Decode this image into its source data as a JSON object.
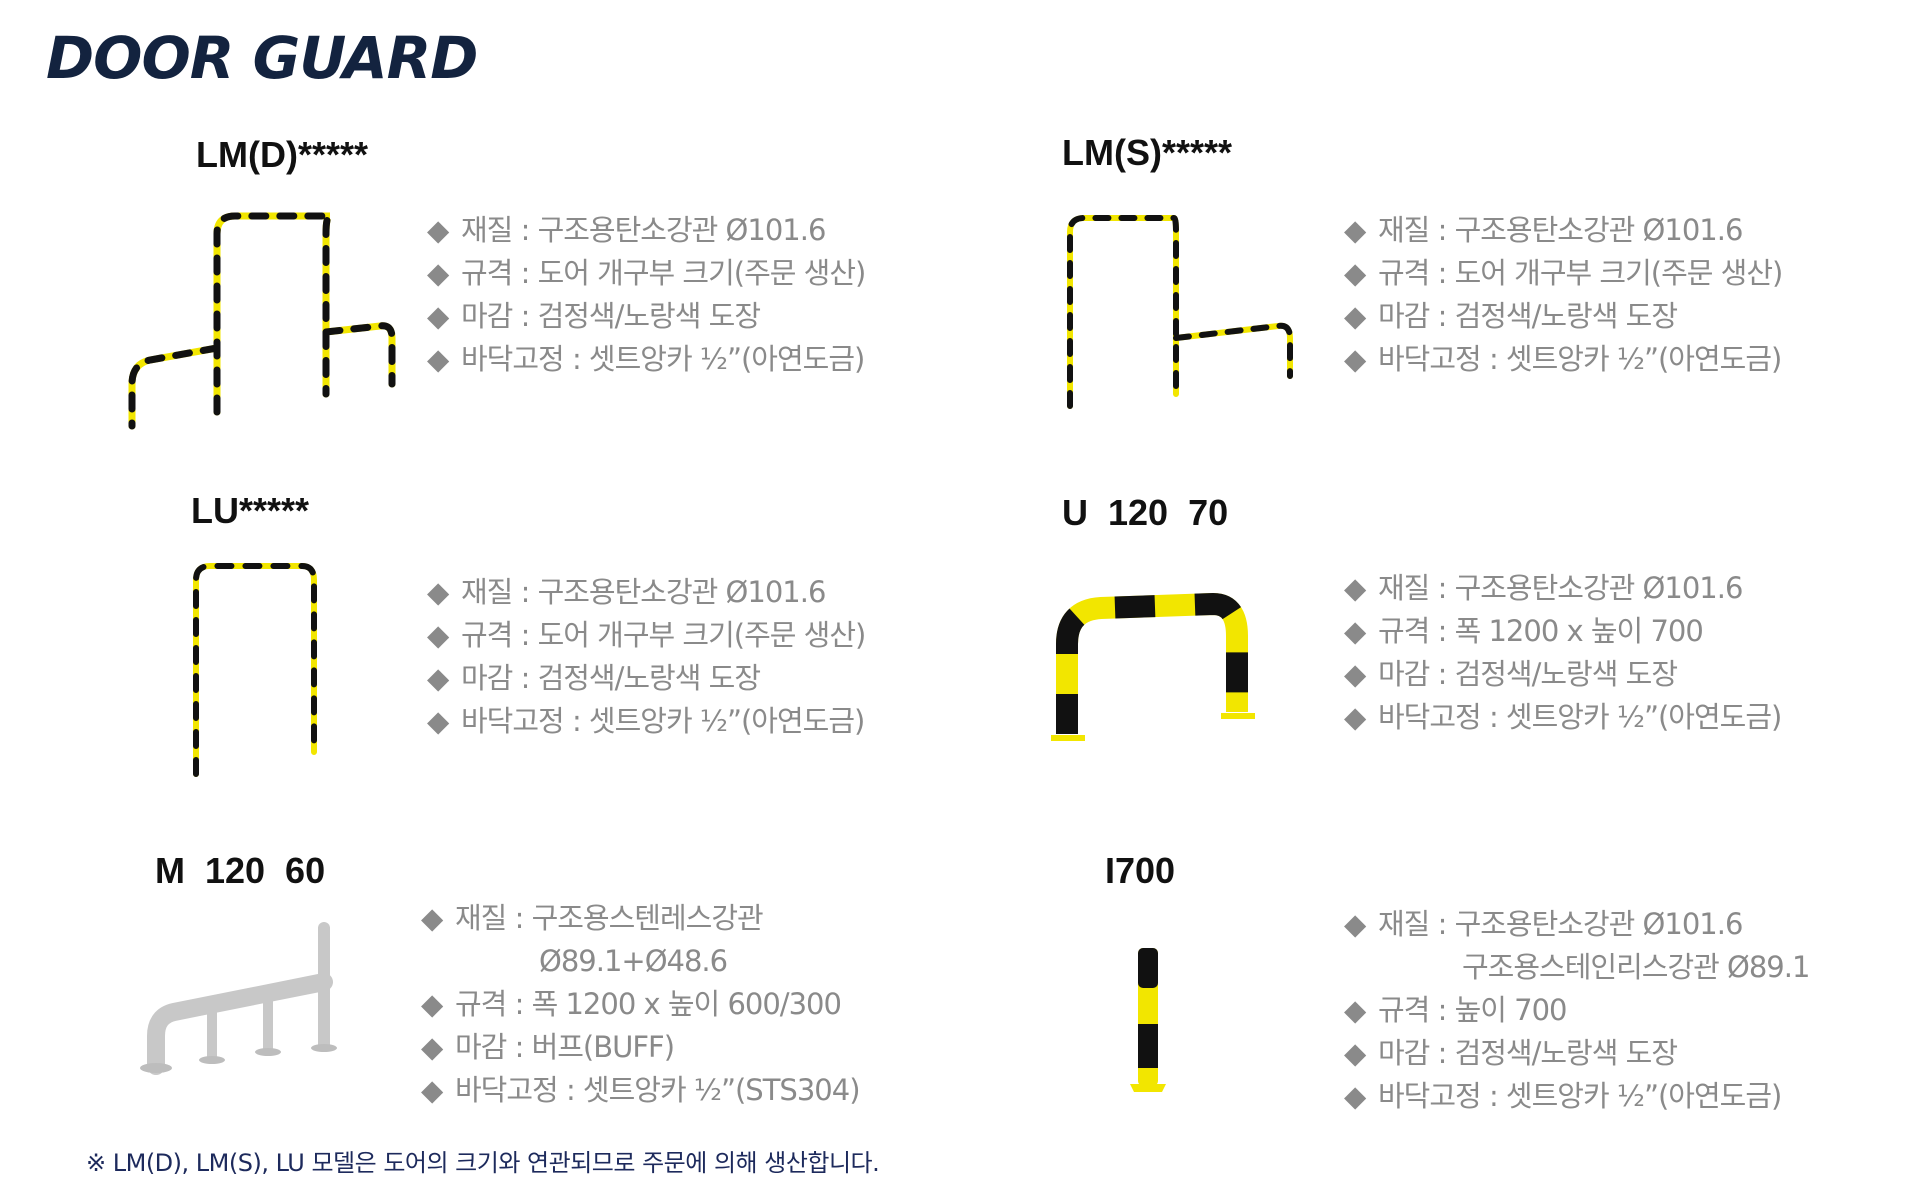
{
  "title": "DOOR GUARD",
  "colors": {
    "title": "#13233f",
    "stripe_yellow": "#f2e600",
    "stripe_black": "#111111",
    "spec_text": "#8a8a8a",
    "note_text": "#1d2a5c"
  },
  "bullet_icon": "◆",
  "products": [
    {
      "model": "LM(D)*****",
      "specs": [
        "재질 : 구조용탄소강관 Ø101.6",
        "규격 : 도어 개구부 크기(주문 생산)",
        "마감 : 검정색/노랑색 도장",
        "바닥고정 : 셋트앙카 ½”(아연도금)"
      ]
    },
    {
      "model": "LM(S)*****",
      "specs": [
        "재질 : 구조용탄소강관 Ø101.6",
        "규격 : 도어 개구부 크기(주문 생산)",
        "마감 : 검정색/노랑색 도장",
        "바닥고정 : 셋트앙카 ½”(아연도금)"
      ]
    },
    {
      "model": "LU*****",
      "specs": [
        "재질 : 구조용탄소강관 Ø101.6",
        "규격 : 도어 개구부 크기(주문 생산)",
        "마감 : 검정색/노랑색 도장",
        "바닥고정 : 셋트앙카 ½”(아연도금)"
      ]
    },
    {
      "model": "U  120  70",
      "specs": [
        "재질 : 구조용탄소강관 Ø101.6",
        "규격 : 폭 1200 x 높이 700",
        "마감 : 검정색/노랑색 도장",
        "바닥고정 : 셋트앙카 ½”(아연도금)"
      ]
    },
    {
      "model": "M  120  60",
      "specs": [
        "재질 : 구조용스텐레스강관",
        "Ø89.1+Ø48.6",
        "규격 : 폭 1200 x 높이 600/300",
        "마감 : 버프(BUFF)",
        "바닥고정 : 셋트앙카 ½”(STS304)"
      ]
    },
    {
      "model": "I700",
      "specs": [
        "재질 : 구조용탄소강관 Ø101.6",
        "구조용스테인리스강관 Ø89.1",
        "규격 : 높이 700",
        "마감 : 검정색/노랑색 도장",
        "바닥고정 : 셋트앙카 ½”(아연도금)"
      ]
    }
  ],
  "footnote": "※ LM(D), LM(S), LU 모델은 도어의 크기와 연관되므로 주문에 의해 생산합니다."
}
